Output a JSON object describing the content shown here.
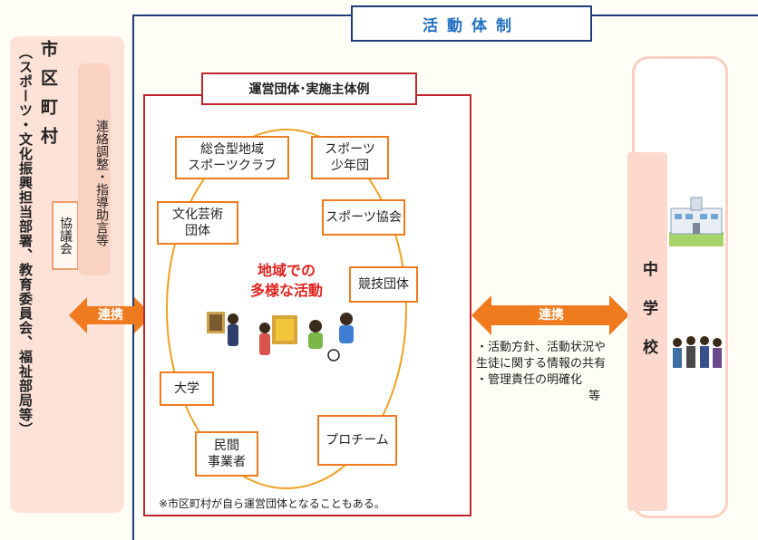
{
  "header": {
    "title": "活動体制"
  },
  "left": {
    "city": "市区町村",
    "city_detail": "（スポーツ・文化振興担当部署、教育委員会、福祉部局等）",
    "council": "協議会",
    "coordination": "連絡調整・指導助言等"
  },
  "links": {
    "left_label": "連携",
    "right_label": "連携"
  },
  "org": {
    "label": "運営団体･実施主体例",
    "center_line1": "地域での",
    "center_line2": "多様な活動",
    "items": {
      "sogo": [
        "総合型地域",
        "スポーツクラブ"
      ],
      "shonen": [
        "スポーツ",
        "少年団"
      ],
      "bunka": [
        "文化芸術",
        "団体"
      ],
      "kyokai": "スポーツ協会",
      "kyogi": "競技団体",
      "daigaku": "大学",
      "minkan": [
        "民間",
        "事業者"
      ],
      "pro": "プロチーム"
    },
    "note": "※市区町村が自ら運営団体となることもある。"
  },
  "school": {
    "name": "中学校",
    "share_lines": [
      "・活動方針、活動状況や",
      "生徒に関する情報の共有",
      "・管理責任の明確化"
    ],
    "share_suffix": "等"
  },
  "colors": {
    "navy": "#1f3c7a",
    "red_frame": "#c0252c",
    "orange": "#f07b1e",
    "pink_panel": "#fde3d7",
    "title_blue": "#1f6fc1",
    "accent_red": "#e0231f"
  }
}
